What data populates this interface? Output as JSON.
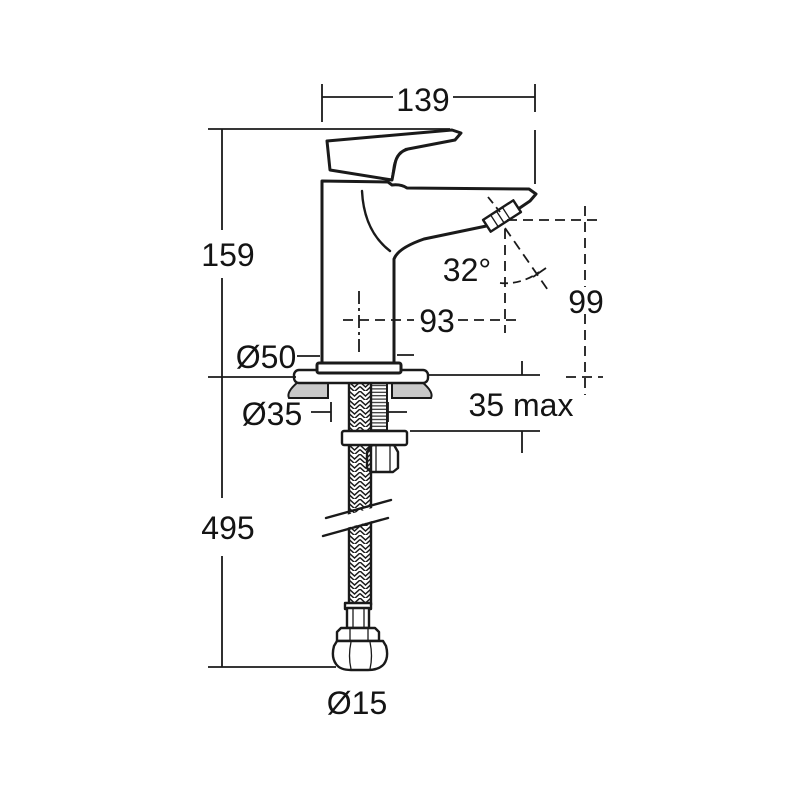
{
  "dims": {
    "overall_width": "139",
    "body_height": "159",
    "base_diameter": "Ø50",
    "hole_diameter": "Ø35",
    "spout_reach": "93",
    "spout_angle": "32°",
    "outlet_height": "99",
    "deck_thickness_max": "35 max",
    "hose_length": "495",
    "connector_diameter": "Ø15"
  },
  "colors": {
    "line": "#1a1a1a",
    "counter_fill": "#c9c9c9",
    "background": "#ffffff"
  }
}
